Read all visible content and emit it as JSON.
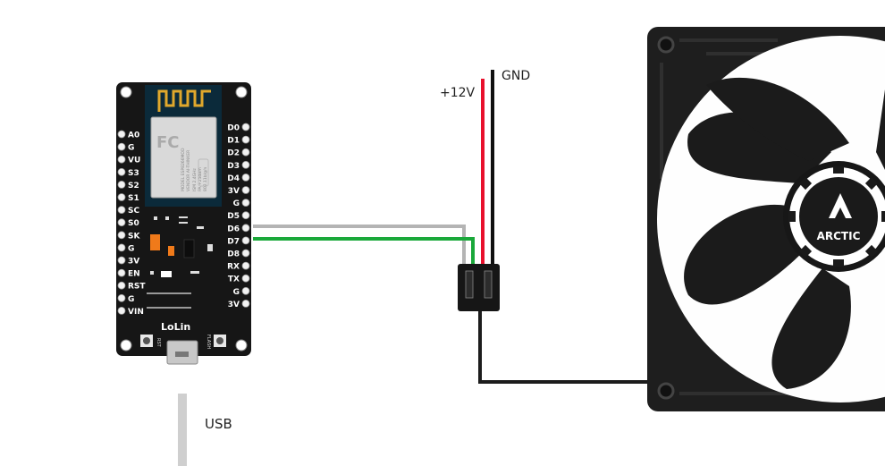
{
  "board": {
    "name": "LoLin",
    "left_pins": [
      "A0",
      "G",
      "VU",
      "S3",
      "S2",
      "S1",
      "SC",
      "S0",
      "SK",
      "G",
      "3V",
      "EN",
      "RST",
      "G",
      "VIN"
    ],
    "right_pins": [
      "D0",
      "D1",
      "D2",
      "D3",
      "D4",
      "3V",
      "G",
      "D5",
      "D6",
      "D7",
      "D8",
      "RX",
      "TX",
      "G",
      "3V"
    ],
    "button_left": "RST",
    "button_right": "FLASH",
    "module_text": [
      "MODEL  ESP8266MOD",
      "VENDOR  AI-THINKER",
      "ISM  2.4GHz",
      "PA  +25dBm",
      "802.11b/g/n"
    ]
  },
  "wires": {
    "plus12v_label": "+12V",
    "gnd_label": "GND",
    "usb_label": "USB",
    "colors": {
      "red": "#e8102c",
      "black": "#111111",
      "gray": "#b4b4b4",
      "green": "#1aa83a",
      "usb": "#cfcfcf"
    }
  },
  "fan": {
    "brand": "ARCTIC"
  }
}
